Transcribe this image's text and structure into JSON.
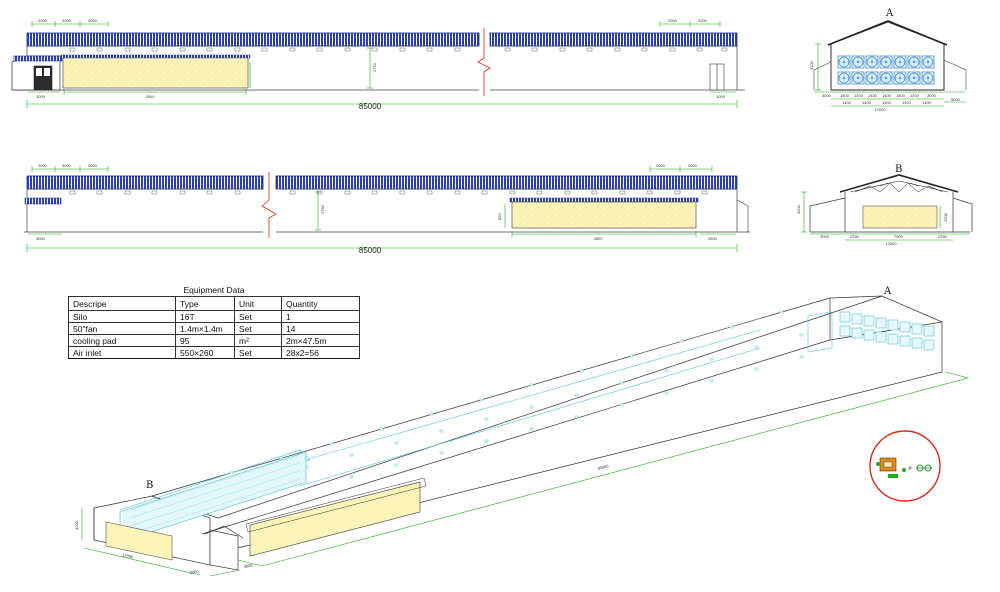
{
  "front_elevation": {
    "overall_length": "85000",
    "height_mark": "2750",
    "left_mark": "1000",
    "pad_mark": "3500",
    "right_mark": "1000",
    "top_left_marks": [
      "2000",
      "3000",
      "3000"
    ],
    "top_right_marks": [
      "2000",
      "2000"
    ]
  },
  "rear_elevation": {
    "overall_length": "85000",
    "height_mark": "2750",
    "left_mark": "3000",
    "pad_mark": "3500",
    "right_mark": "4500",
    "side_mark": "820",
    "top_left_marks": [
      "2000",
      "3000",
      "3000"
    ],
    "top_right_marks": [
      "2000",
      "2000"
    ]
  },
  "section_a": {
    "label": "A",
    "height_mark": "4200",
    "row1_marks": [
      "3000",
      "1400",
      "1400",
      "1400",
      "1400",
      "1400",
      "1400",
      "3000"
    ],
    "row2_marks": [
      "1400",
      "1400",
      "1400",
      "1400",
      "1400"
    ],
    "total_mark": "12000",
    "right_mark": "5000"
  },
  "section_b": {
    "label": "B",
    "height_mark": "4200",
    "pad_height_mark": "2000",
    "marks": [
      "3000",
      "2250",
      "7500",
      "2250"
    ],
    "total_mark": "12000"
  },
  "isometric": {
    "label_a": "A",
    "label_b": "B",
    "length_mark": "85000",
    "height_mark": "4200",
    "width_mark": "12000",
    "anteroom_mark": "3000",
    "side_mark": "2000"
  },
  "equipment": {
    "title": "Equipment Data",
    "columns": [
      "Descripe",
      "Type",
      "Unit",
      "Quantity"
    ],
    "rows": [
      {
        "desc": "Silo",
        "type": "16T",
        "unit": "Set",
        "qty": "1"
      },
      {
        "desc": "50\"fan",
        "type": "1.4m×1.4m",
        "unit": "Set",
        "qty": "14"
      },
      {
        "desc": "cooling pad",
        "type": "95",
        "unit": "m²",
        "qty": "2m×47.5m"
      },
      {
        "desc": "Air inlet",
        "type": "550×260",
        "unit": "Set",
        "qty": "28x2=56"
      }
    ]
  },
  "colors": {
    "roof_stripe": "#2a3fb3",
    "cooling_pad_fill": "#fbf3b8",
    "dimension_green": "#1faa1f",
    "fan_blue": "#3b8ccf",
    "isometric_cyan": "#4fc3d8",
    "detail_circle_red": "#d62c1a",
    "silo_orange": "#e08a1e"
  }
}
